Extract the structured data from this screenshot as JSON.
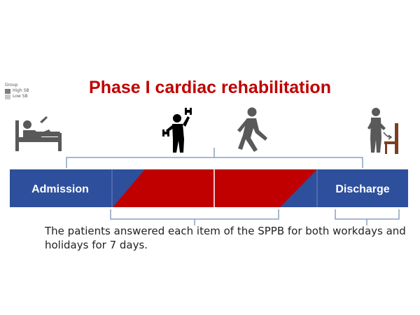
{
  "legend": {
    "title": "Group",
    "items": [
      {
        "label": "High SB",
        "color": "#7b7b7b"
      },
      {
        "label": "Low SB",
        "color": "#c9c9c9"
      }
    ]
  },
  "title": {
    "text": "Phase I cardiac rehabilitation",
    "color": "#c00000"
  },
  "timeline": {
    "start_label": "Admission",
    "end_label": "Discharge",
    "blue": "#2e4f9c",
    "red": "#c00000"
  },
  "icons": [
    {
      "name": "patient-in-bed-icon"
    },
    {
      "name": "dumbbell-lift-icon"
    },
    {
      "name": "walking-person-icon"
    },
    {
      "name": "sit-to-chair-icon"
    }
  ],
  "caption": "The patients answered each item of the SPPB for both workdays and holidays for 7 days."
}
